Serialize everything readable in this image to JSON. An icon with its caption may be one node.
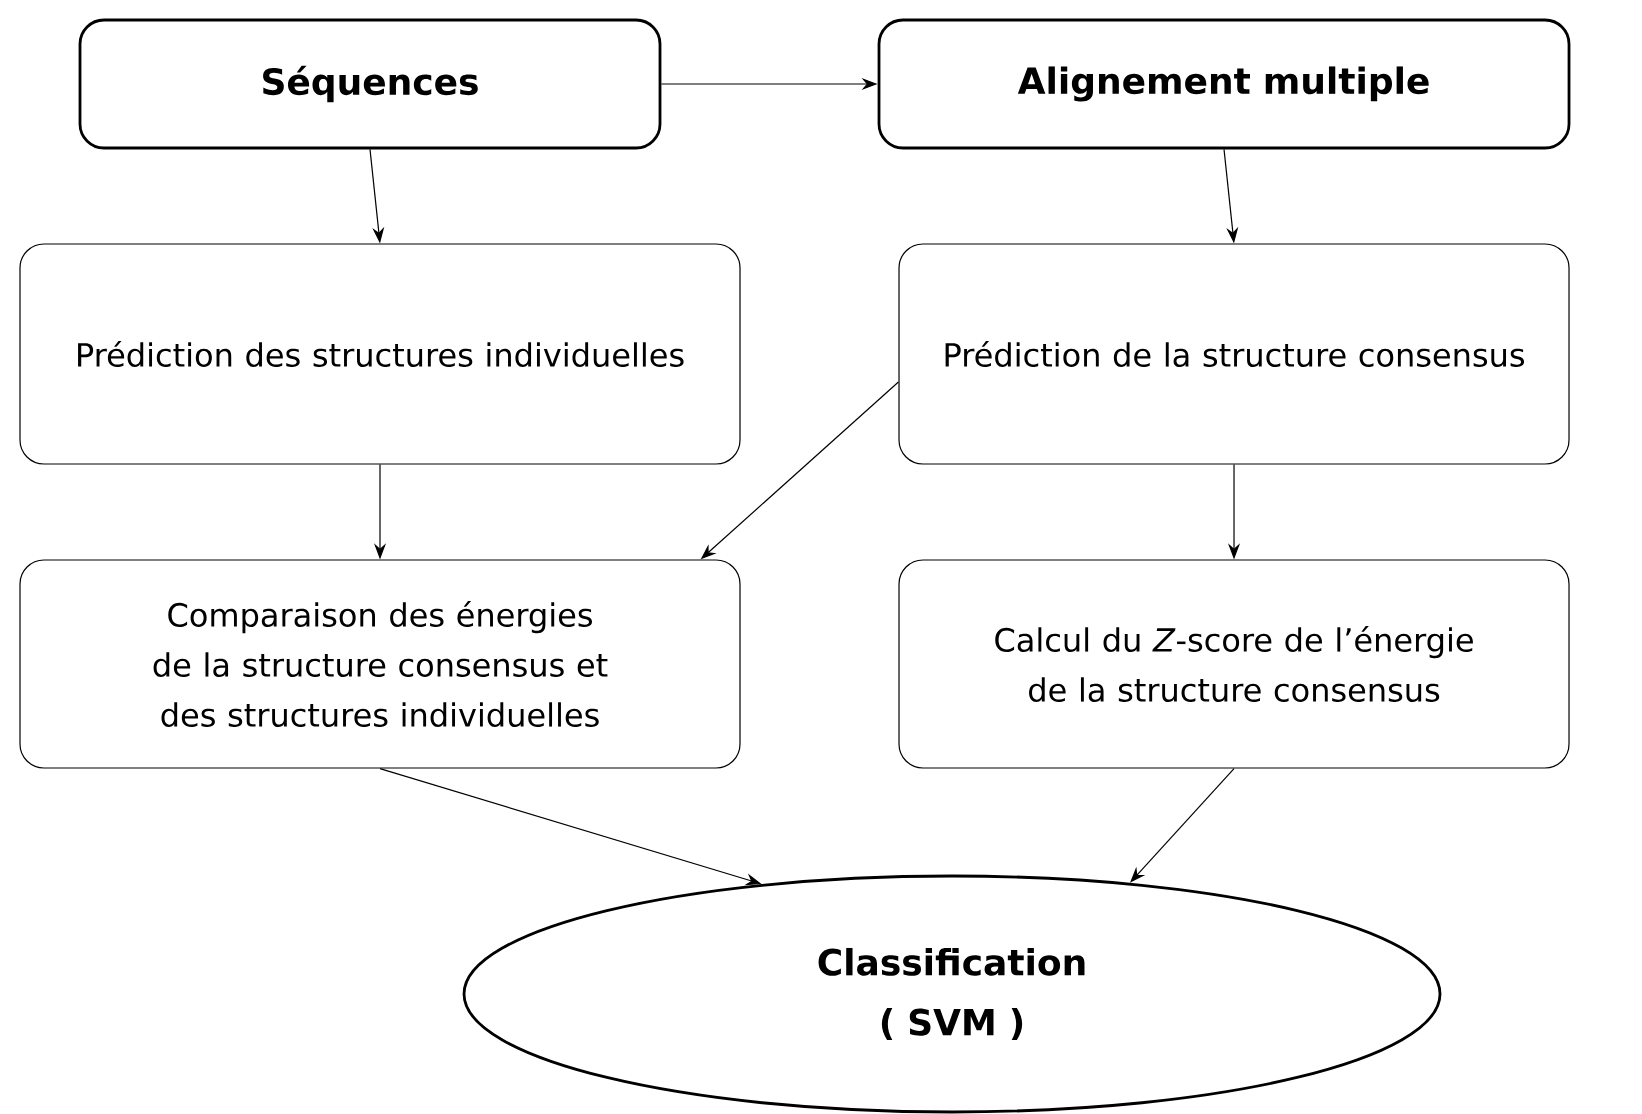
{
  "diagram": {
    "nodes": [
      {
        "text": [
          "Séquences"
        ]
      },
      {
        "text": [
          "Alignement multiple"
        ]
      },
      {
        "text": [
          "Prédiction des structures individuelles"
        ]
      },
      {
        "text": [
          "Prédiction de la structure consensus"
        ]
      },
      {
        "text": [
          "Comparaison des énergies de la structure consensus et des structures individuelles"
        ]
      },
      {
        "text": [
          "Calcul du *Z*-score de l’énergie de la structure consensus"
        ]
      },
      {
        "text": [
          "Classification",
          "( SVM )"
        ]
      }
    ],
    "edges": [
      {
        "from": 0,
        "to": 1,
        "arrow": "to"
      },
      {
        "from": 0,
        "to": 2,
        "arrow": "to"
      },
      {
        "from": 1,
        "to": 3,
        "arrow": "to"
      },
      {
        "from": 2,
        "to": 4,
        "arrow": "to"
      },
      {
        "from": 3,
        "to": 4,
        "arrow": "to"
      },
      {
        "from": 3,
        "to": 5,
        "arrow": "to"
      },
      {
        "from": 4,
        "to": 6,
        "arrow": "to"
      },
      {
        "from": 5,
        "to": 6,
        "arrow": "to"
      }
    ]
  }
}
